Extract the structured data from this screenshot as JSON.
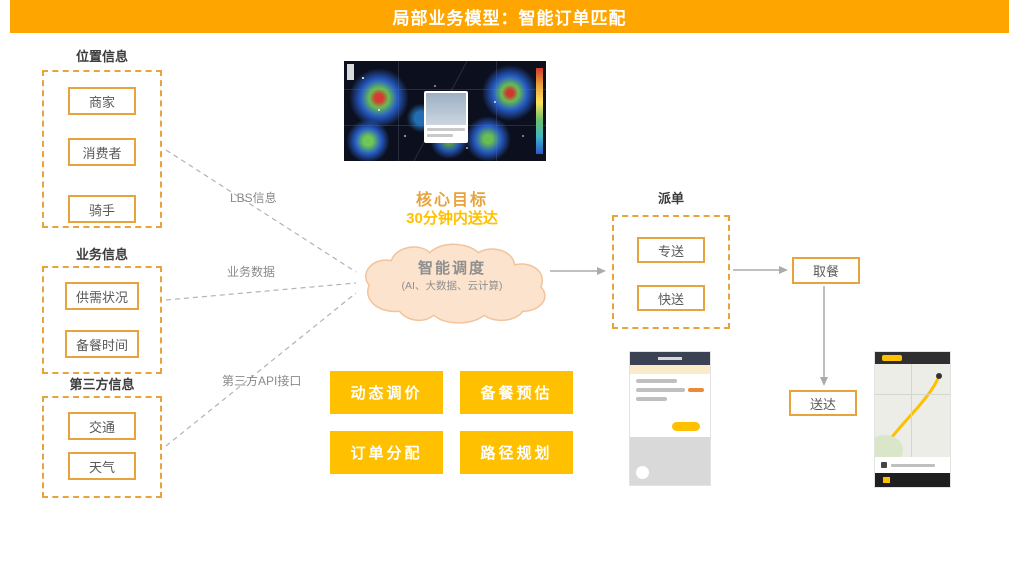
{
  "title_bar": {
    "title": "局部业务模型：智能订单匹配"
  },
  "left_groups": [
    {
      "label": "位置信息",
      "items": [
        "商家",
        "消费者",
        "骑手"
      ]
    },
    {
      "label": "业务信息",
      "items": [
        "供需状况",
        "备餐时间"
      ]
    },
    {
      "label": "第三方信息",
      "items": [
        "交通",
        "天气"
      ]
    }
  ],
  "edge_labels": {
    "lbs": "LBS信息",
    "business": "业务数据",
    "api": "第三方API接口"
  },
  "core_goal": {
    "title": "核心目标",
    "subtitle": "30分钟内送达"
  },
  "cloud": {
    "title": "智能调度",
    "subtitle": "(AI、大数据、云计算)"
  },
  "dispatch": {
    "label": "派单",
    "items": [
      "专送",
      "快送"
    ]
  },
  "flow": {
    "pickup": "取餐",
    "delivery": "送达"
  },
  "function_buttons": [
    "动态调价",
    "备餐预估",
    "订单分配",
    "路径规划"
  ],
  "colors": {
    "title_bar_bg": "#FFA500",
    "accent_orange": "#E8A33D",
    "gold": "#FFC000",
    "cloud_fill": "#FCE3CD",
    "cloud_stroke": "#F2C49C",
    "text_gray": "#595959",
    "line_gray": "#ABABAB"
  }
}
